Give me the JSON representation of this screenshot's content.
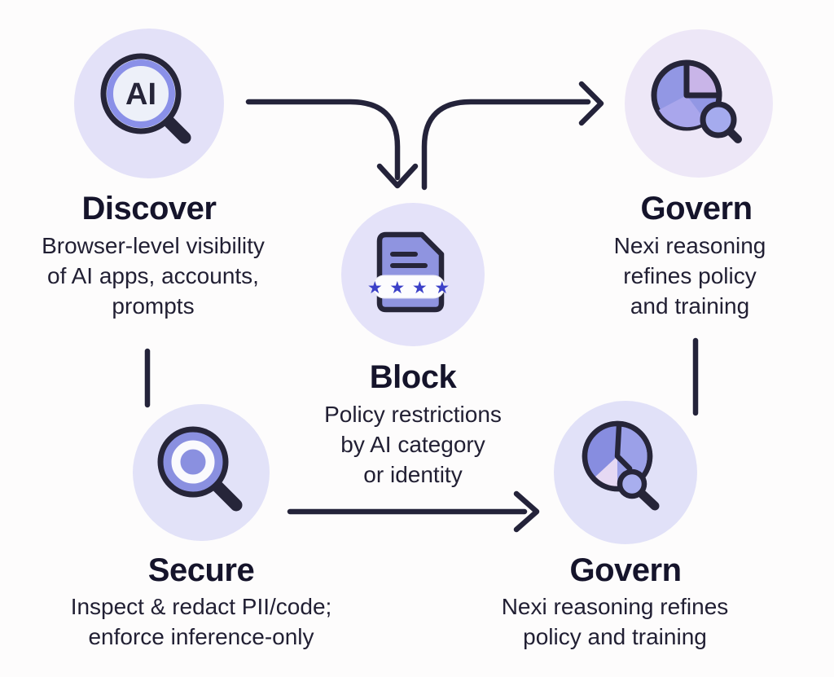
{
  "diagram_title": "",
  "colors": {
    "background": "#fdfcfc",
    "stroke_dark": "#24233a",
    "circle_lavender": "#e3e1f8",
    "circle_pink_lavender": "#ede7f7",
    "periwinkle": "#8f95e2",
    "light_purple_slice": "#c9b5e8",
    "pink_slice": "#e6d9f3",
    "star_blue": "#3b40c8",
    "title_text": "#15142b",
    "body_text": "#211f33"
  },
  "nodes": {
    "discover": {
      "title": "Discover",
      "icon": "ai-search-icon",
      "lines": [
        "Browser-level visibility",
        "of AI apps, accounts,",
        "prompts"
      ],
      "icon_label": "AI"
    },
    "block": {
      "title": "Block",
      "icon": "starred-document-icon",
      "lines": [
        "Policy restrictions",
        "by AI category",
        "or identity"
      ],
      "stars": "★ ★ ★ ★"
    },
    "govern_top": {
      "title": "Govern",
      "icon": "pie-chart-search-icon",
      "lines": [
        "Nexi reasoning",
        "refines policy",
        "and training"
      ]
    },
    "secure": {
      "title": "Secure",
      "icon": "inspect-search-icon",
      "lines": [
        "Inspect & redact PII/code;",
        "enforce inference-only"
      ]
    },
    "govern_bottom": {
      "title": "Govern",
      "icon": "pie-clock-search-icon",
      "lines": [
        "Nexi reasoning refines",
        "policy and training"
      ]
    }
  },
  "edges": [
    {
      "from": "discover",
      "to": "block",
      "type": "arrow"
    },
    {
      "from": "block",
      "to": "govern_top",
      "type": "arrow"
    },
    {
      "from": "secure",
      "to": "govern_bottom",
      "type": "arrow"
    },
    {
      "from": "discover",
      "to": "secure",
      "type": "line"
    },
    {
      "from": "govern_top",
      "to": "govern_bottom",
      "type": "line"
    }
  ]
}
